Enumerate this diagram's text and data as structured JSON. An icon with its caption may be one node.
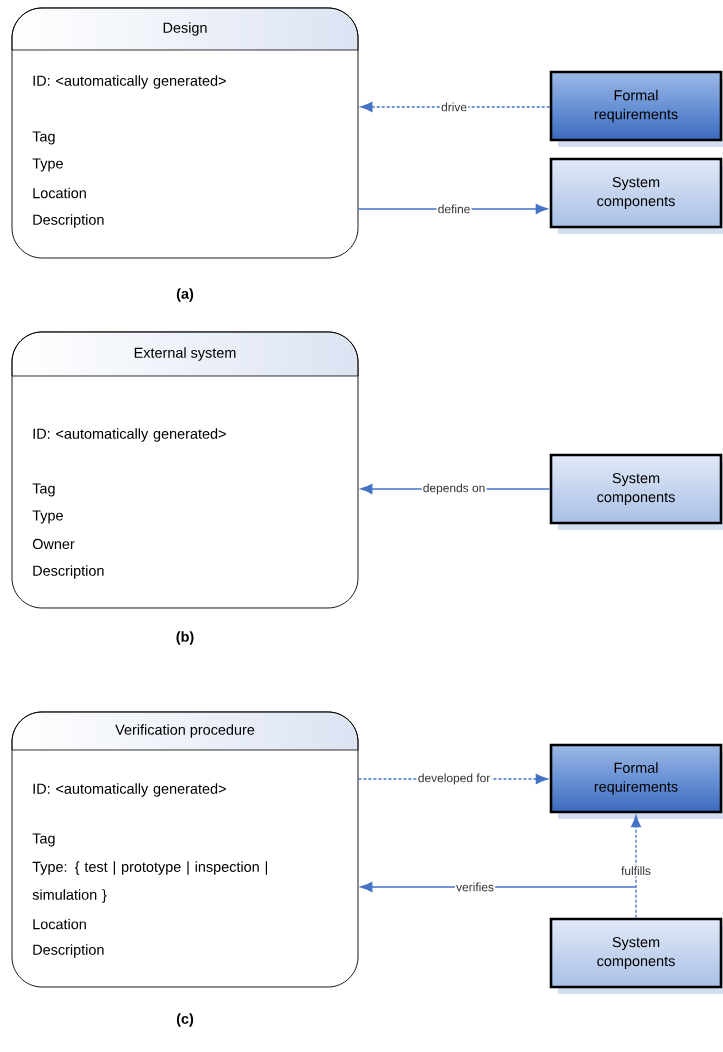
{
  "diagram": {
    "nodes": [
      {
        "text": [
          "Design",
          "ID: <automatically generated>",
          "Tag",
          "Type",
          "Location",
          "Description"
        ]
      },
      {
        "text": [
          "Formal requirements"
        ]
      },
      {
        "text": [
          "System components"
        ]
      },
      {
        "text": [
          "External system",
          "ID: <automatically generated>",
          "Tag",
          "Type",
          "Owner",
          "Description"
        ]
      },
      {
        "text": [
          "System components"
        ]
      },
      {
        "text": [
          "Verification procedure",
          "ID: <automatically generated>",
          "Tag",
          "Type: { test | prototype | inspection | simulation }",
          "Location",
          "Description"
        ]
      },
      {
        "text": [
          "Formal requirements"
        ]
      },
      {
        "text": [
          "System components"
        ]
      }
    ],
    "edges": [
      {
        "from": 1,
        "to": 0,
        "arrow": "to",
        "label": "drive",
        "style": "dashed"
      },
      {
        "from": 0,
        "to": 2,
        "arrow": "to",
        "label": "define"
      },
      {
        "from": 4,
        "to": 3,
        "arrow": "to",
        "label": "depends on"
      },
      {
        "from": 5,
        "to": 6,
        "arrow": "to",
        "label": "developed for",
        "style": "dashed"
      },
      {
        "from": 7,
        "to": 6,
        "arrow": "to",
        "label": "fulfills",
        "style": "dashed"
      },
      {
        "from": 7,
        "to": 5,
        "arrow": "to",
        "label": "verifies"
      }
    ],
    "labels": [
      "(a)",
      "(b)",
      "(c)"
    ]
  }
}
